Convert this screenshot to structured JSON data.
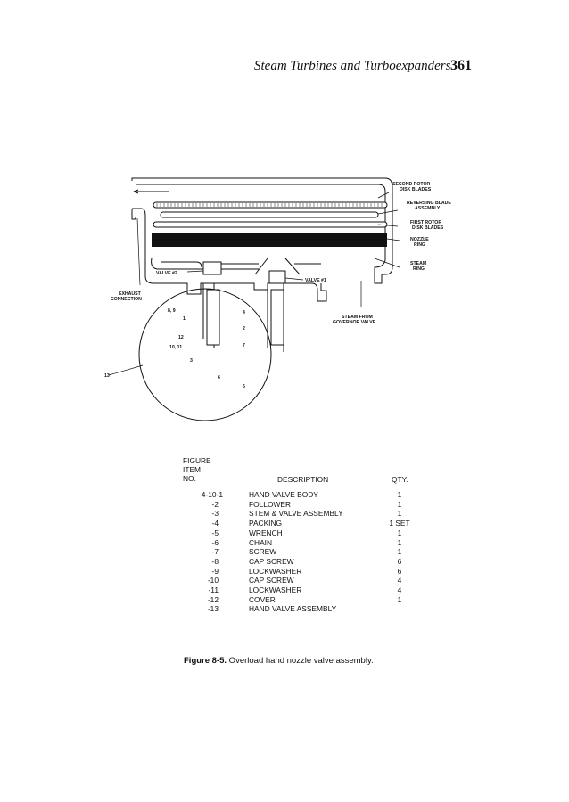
{
  "header": {
    "running_title": "Steam Turbines and Turboexpanders",
    "page_number": "361"
  },
  "figure": {
    "labels": {
      "second_rotor": [
        "SECOND ROTOR",
        "DISK BLADES"
      ],
      "reversing": [
        "REVERSING BLADE",
        "ASSEMBLY"
      ],
      "first_rotor": [
        "FIRST ROTOR",
        "DISK BLADES"
      ],
      "nozzle": [
        "NOZZLE",
        "RING"
      ],
      "steam_ring": [
        "STEAM",
        "RING"
      ],
      "valve2": "VALVE #2",
      "valve1": "VALVE #1",
      "exhaust": [
        "EXHAUST",
        "CONNECTION"
      ],
      "steam_from": [
        "STEAM FROM",
        "GOVERNOR VALVE"
      ],
      "callouts": [
        "8, 9",
        "1",
        "12",
        "10, 11",
        "3",
        "4",
        "2",
        "7",
        "6",
        "5",
        "13"
      ]
    },
    "caption_label": "Figure 8-5.",
    "caption_text": " Overload hand nozzle valve assembly."
  },
  "table": {
    "headers": {
      "item_lines": [
        "FIGURE",
        "ITEM",
        "NO."
      ],
      "description": "DESCRIPTION",
      "qty": "QTY."
    },
    "rows": [
      {
        "no": "4-10-1",
        "desc": "HAND VALVE BODY",
        "qty": "1"
      },
      {
        "no": "-2",
        "desc": "FOLLOWER",
        "qty": "1"
      },
      {
        "no": "-3",
        "desc": "STEM & VALVE ASSEMBLY",
        "qty": "1"
      },
      {
        "no": "-4",
        "desc": "PACKING",
        "qty": "1 SET"
      },
      {
        "no": "-5",
        "desc": "WRENCH",
        "qty": "1"
      },
      {
        "no": "-6",
        "desc": "CHAIN",
        "qty": "1"
      },
      {
        "no": "-7",
        "desc": "SCREW",
        "qty": "1"
      },
      {
        "no": "-8",
        "desc": "CAP SCREW",
        "qty": "6"
      },
      {
        "no": "-9",
        "desc": "LOCKWASHER",
        "qty": "6"
      },
      {
        "no": "-10",
        "desc": "CAP SCREW",
        "qty": "4"
      },
      {
        "no": "-11",
        "desc": "LOCKWASHER",
        "qty": "4"
      },
      {
        "no": "-12",
        "desc": "COVER",
        "qty": "1"
      },
      {
        "no": "-13",
        "desc": "HAND VALVE ASSEMBLY",
        "qty": ""
      }
    ]
  }
}
